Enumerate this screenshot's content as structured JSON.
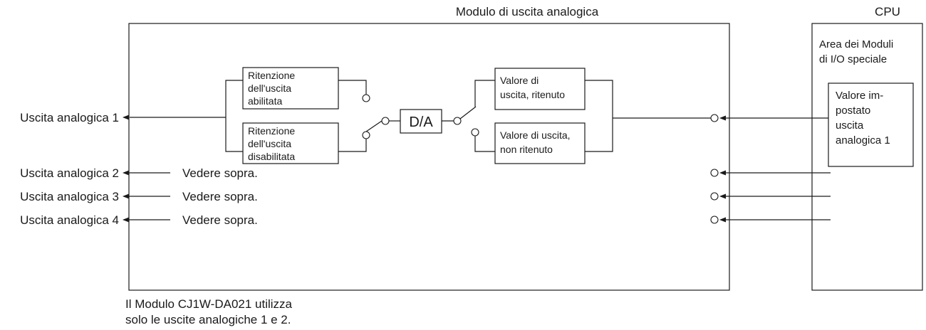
{
  "module": {
    "title": "Modulo di uscita analogica",
    "note_line1": "Il Modulo CJ1W-DA021 utilizza",
    "note_line2": "solo le uscite analogiche 1 e 2."
  },
  "cpu": {
    "title": "CPU",
    "area_line1": "Area dei Moduli",
    "area_line2": "di I/O speciale",
    "setvalue_lines": [
      "Valore im-",
      "postato",
      "uscita",
      "analogica 1"
    ]
  },
  "blocks": {
    "hold_enabled": [
      "Ritenzione",
      "dell'uscita",
      "abilitata"
    ],
    "hold_disabled": [
      "Ritenzione",
      "dell'uscita",
      "disabilitata"
    ],
    "da": "D/A",
    "value_held": [
      "Valore di",
      "uscita, ritenuto"
    ],
    "value_not_held": [
      "Valore di uscita,",
      "non ritenuto"
    ]
  },
  "outputs": [
    {
      "label": "Uscita analogica 1",
      "note": ""
    },
    {
      "label": "Uscita analogica 2",
      "note": "Vedere sopra."
    },
    {
      "label": "Uscita analogica 3",
      "note": "Vedere sopra."
    },
    {
      "label": "Uscita analogica 4",
      "note": "Vedere sopra."
    }
  ]
}
